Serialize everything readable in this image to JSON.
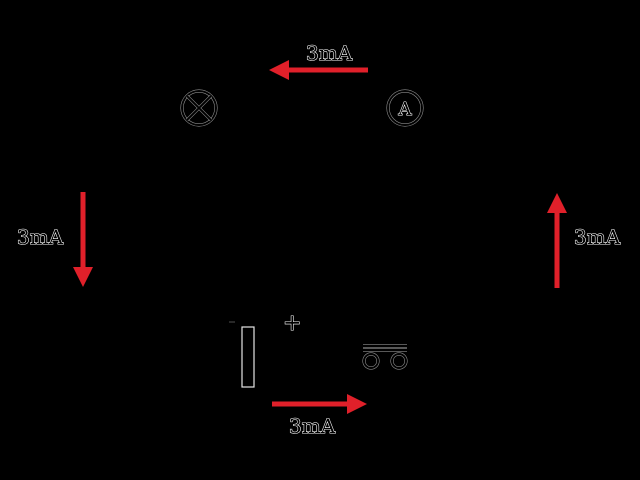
{
  "colors": {
    "background": "#000000",
    "arrow": "#e0202a",
    "symbol": "#000000",
    "label_outline": "#ffffff"
  },
  "labels": {
    "current_top": "3mA",
    "current_left": "3mA",
    "current_right": "3mA",
    "current_bottom": "3mA",
    "battery_plus": "+",
    "ammeter_letter": "A"
  },
  "arrows": {
    "top": "left",
    "left": "down",
    "right": "up",
    "bottom": "right"
  },
  "icons": {
    "lamp": "lamp-icon",
    "ammeter": "ammeter-icon",
    "battery": "battery-icon",
    "switch": "switch-icon"
  }
}
